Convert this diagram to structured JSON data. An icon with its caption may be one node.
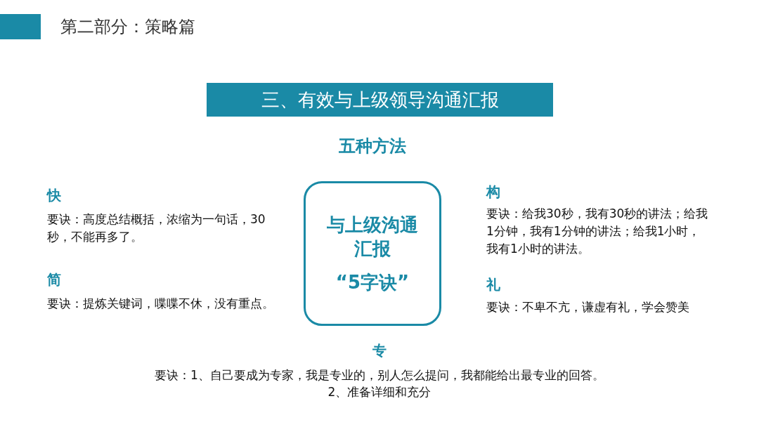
{
  "diagram": {
    "title": "第二部分：策略篇",
    "nodes": [
      {
        "text": [
          "三、有效与上级领导沟通汇报"
        ]
      },
      {
        "text": [
          "与上级沟通汇报",
          "“5字诀”"
        ]
      }
    ],
    "labels": [
      "五种方法",
      "快",
      "要诀：高度总结概括，浓缩为一句话，30秒，不能再多了。",
      "构",
      "要诀：给我30秒，我有30秒的讲法；给我1分钟，我有1分钟的讲法；给我1小时，我有1小时的讲法。",
      "简",
      "要诀：提炼关键词，喋喋不休，没有重点。",
      "礼",
      "要诀：不卑不亢，谦虚有礼，学会赞美",
      "专",
      "要诀：1、自己要成为专家，我是专业的，别人怎么提问，我都能给出最专业的回答。",
      "2、准备详细和充分"
    ]
  }
}
